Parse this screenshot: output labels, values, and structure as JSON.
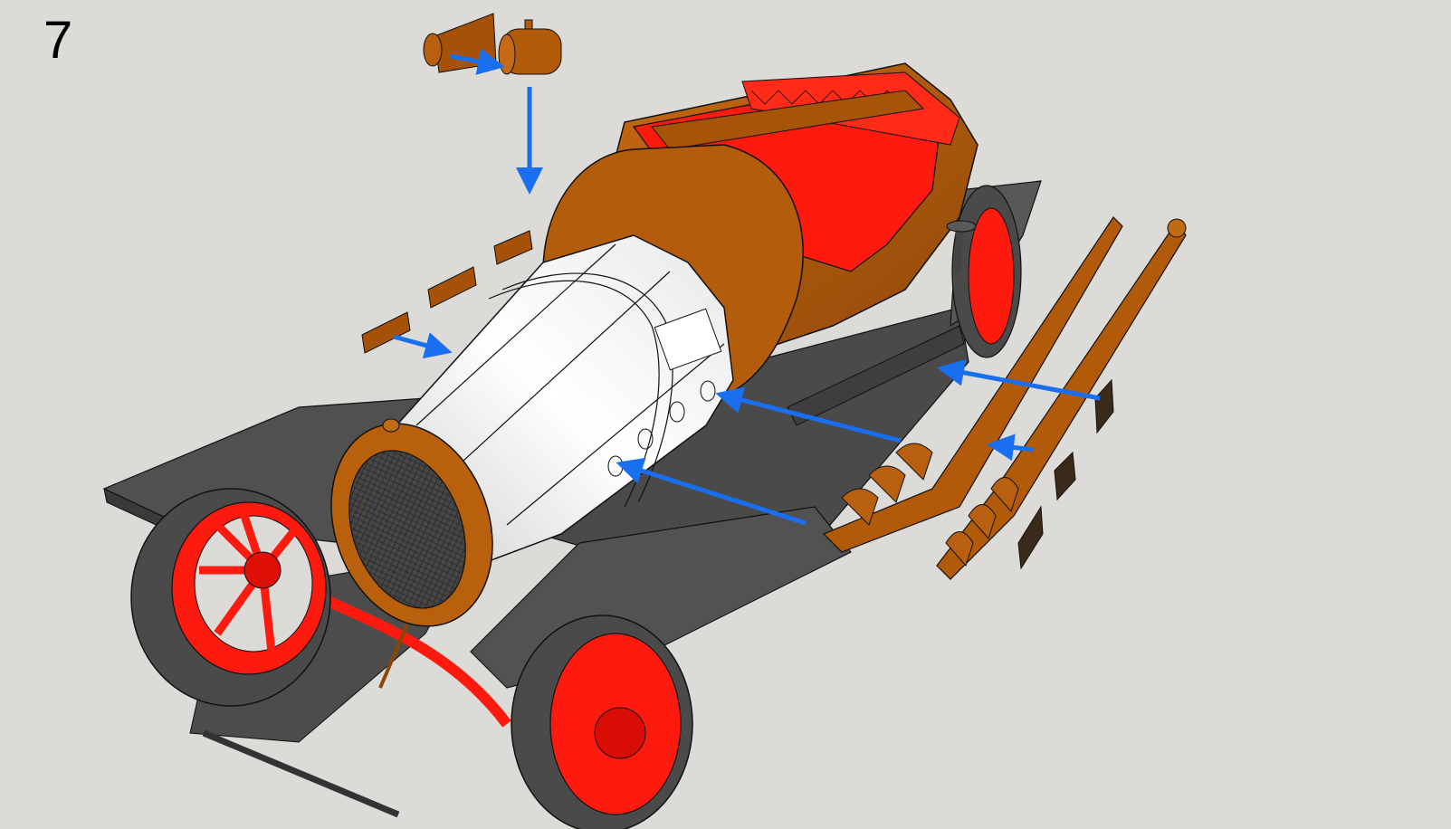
{
  "diagram": {
    "type": "exploded-assembly-illustration",
    "step_number": "7",
    "colors": {
      "background": "#dcdbd7",
      "wood_body": "#b05a0a",
      "wood_dark": "#8a4508",
      "upholstery": "#ff1a10",
      "chassis": "#555555",
      "chassis_dark": "#3c3c3c",
      "bonnet": "#f2f2f2",
      "arrow": "#1a6ff0",
      "grille": "#3a3a3a"
    },
    "parts": [
      {
        "id": "headlamp-housing",
        "label": "lamp cylinder halves"
      },
      {
        "id": "bonnet-straps",
        "label": "three wooden bonnet strips"
      },
      {
        "id": "bonnet",
        "label": "white cylindrical bonnet"
      },
      {
        "id": "radiator",
        "label": "oval radiator with mesh grille"
      },
      {
        "id": "body-tub",
        "label": "wooden boat-tail body"
      },
      {
        "id": "seats",
        "label": "red tufted seats"
      },
      {
        "id": "exhaust-left",
        "label": "left exhaust manifold"
      },
      {
        "id": "exhaust-right",
        "label": "right exhaust manifold"
      },
      {
        "id": "running-board-grates",
        "label": "footboard grates"
      },
      {
        "id": "front-wheels",
        "label": "red spoked wheels"
      },
      {
        "id": "rear-wheel",
        "label": "rear wheel"
      },
      {
        "id": "chassis",
        "label": "dark grey chassis & fenders"
      }
    ],
    "arrows": [
      {
        "from": "lamp-half",
        "to": "lamp-cylinder"
      },
      {
        "from": "lamp-cylinder",
        "to": "bonnet-top"
      },
      {
        "from": "bonnet-strip",
        "to": "bonnet"
      },
      {
        "from": "exhaust-left",
        "to": "bonnet-port-lower"
      },
      {
        "from": "exhaust-left",
        "to": "bonnet-port-upper"
      },
      {
        "from": "grate",
        "to": "chassis-side"
      },
      {
        "from": "exhaust-right",
        "to": "exhaust-left"
      }
    ]
  }
}
